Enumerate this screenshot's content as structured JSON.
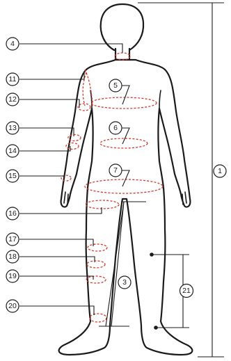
{
  "callouts": [
    {
      "id": "c4",
      "label": "4"
    },
    {
      "id": "c5",
      "label": "5"
    },
    {
      "id": "c6",
      "label": "6"
    },
    {
      "id": "c7",
      "label": "7"
    },
    {
      "id": "c11",
      "label": "11"
    },
    {
      "id": "c12",
      "label": "12"
    },
    {
      "id": "c13",
      "label": "13"
    },
    {
      "id": "c14",
      "label": "14"
    },
    {
      "id": "c15",
      "label": "15"
    },
    {
      "id": "c16",
      "label": "16"
    },
    {
      "id": "c17",
      "label": "17"
    },
    {
      "id": "c18",
      "label": "18"
    },
    {
      "id": "c19",
      "label": "19"
    },
    {
      "id": "c20",
      "label": "20"
    },
    {
      "id": "c3",
      "label": "3"
    },
    {
      "id": "c21",
      "label": "21"
    },
    {
      "id": "c1",
      "label": "1"
    }
  ],
  "colors": {
    "outline": "#1a1a1a",
    "measurement_dash": "#d9382c",
    "background": "#ffffff"
  }
}
